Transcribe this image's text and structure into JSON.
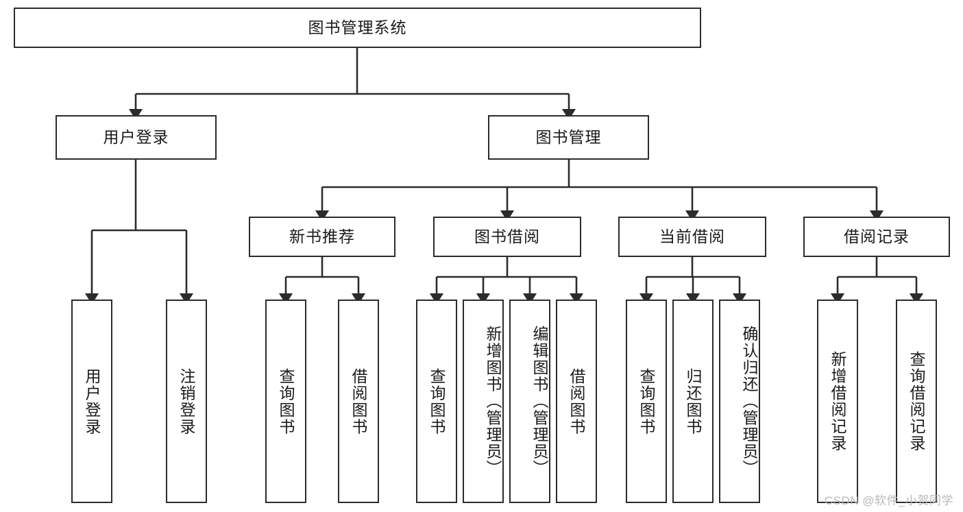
{
  "diagram": {
    "title": "图书管理系统",
    "type": "tree-hierarchy-chart",
    "orientation": "top-down",
    "colors": {
      "stroke": "#2b2b2b",
      "fill": "#ffffff",
      "text": "#1a1a1a",
      "watermark": "#b9b9b9"
    },
    "watermark": "CSDN @软件_小贺同学"
  },
  "nodes": {
    "root": {
      "label": "图书管理系统",
      "level": 1
    },
    "level2": [
      {
        "id": "user-login",
        "label": "用户登录",
        "level": 2
      },
      {
        "id": "book-management",
        "label": "图书管理",
        "level": 2
      }
    ],
    "level3": [
      {
        "id": "new-book-recommend",
        "label": "新书推荐",
        "level": 3,
        "parent": "book-management"
      },
      {
        "id": "book-borrow",
        "label": "图书借阅",
        "level": 3,
        "parent": "book-management"
      },
      {
        "id": "current-borrow",
        "label": "当前借阅",
        "level": 3,
        "parent": "book-management"
      },
      {
        "id": "borrow-record",
        "label": "借阅记录",
        "level": 3,
        "parent": "book-management"
      }
    ],
    "leaves": {
      "user-login": [
        {
          "id": "leaf-user-login",
          "label": "用户登录"
        },
        {
          "id": "leaf-user-logout",
          "label": "注销登录"
        }
      ],
      "new-book-recommend": [
        {
          "id": "leaf-query-book-1",
          "label": "查询图书"
        },
        {
          "id": "leaf-borrow-book-1",
          "label": "借阅图书"
        }
      ],
      "book-borrow": [
        {
          "id": "leaf-query-book-2",
          "label": "查询图书"
        },
        {
          "id": "leaf-add-book",
          "label": "新增图书（管理员）"
        },
        {
          "id": "leaf-edit-book",
          "label": "编辑图书（管理员）"
        },
        {
          "id": "leaf-borrow-book-2",
          "label": "借阅图书"
        }
      ],
      "current-borrow": [
        {
          "id": "leaf-query-book-3",
          "label": "查询图书"
        },
        {
          "id": "leaf-return-book",
          "label": "归还图书"
        },
        {
          "id": "leaf-confirm-return",
          "label": "确认归还（管理员）"
        }
      ],
      "borrow-record": [
        {
          "id": "leaf-add-borrow-record",
          "label": "新增借阅记录"
        },
        {
          "id": "leaf-query-borrow-record",
          "label": "查询借阅记录"
        }
      ]
    }
  }
}
